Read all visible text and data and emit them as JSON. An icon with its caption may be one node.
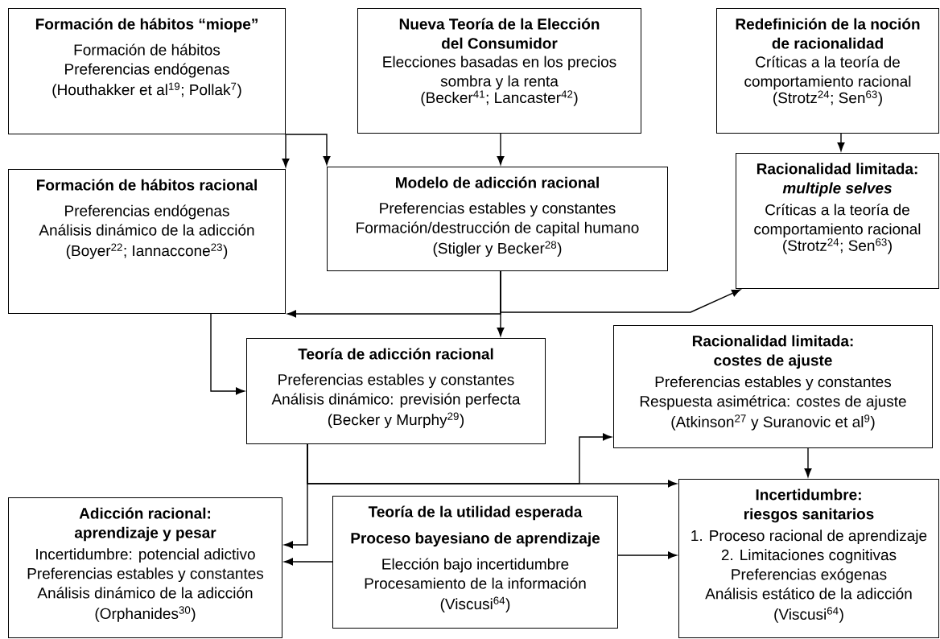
{
  "diagram": {
    "nodes": [
      {
        "text": [
          "Formación de hábitos “miope”",
          "Formación de hábitos",
          "Preferencias endógenas",
          "(Houthakker et al$^{19}$; Pollak$^{7}$)"
        ]
      },
      {
        "text": [
          "Nueva Teoría de la Elección del Consumidor",
          "Elecciones basadas en los precios sombra y la renta",
          "(Becker$^{41}$; Lancaster$^{42}$)"
        ]
      },
      {
        "text": [
          "Redefinición de la noción de racionalidad",
          "Críticas a la teoría de comportamiento racional",
          "(Strotz$^{24}$; Sen$^{63}$)"
        ]
      },
      {
        "text": [
          "Formación de hábitos racional",
          "Preferencias endógenas",
          "Análisis dinámico de la adicción",
          "(Boyer$^{22}$; Iannaccone$^{23}$)"
        ]
      },
      {
        "text": [
          "Modelo de adicción racional",
          "Preferencias estables y constantes",
          "Formación/destrucción de capital humano",
          "(Stigler y Becker$^{28}$)"
        ]
      },
      {
        "text": [
          "Racionalidad limitada: *multiple selves*",
          "Críticas a la teoría de comportamiento racional",
          "(Strotz$^{24}$; Sen$^{63}$)"
        ]
      },
      {
        "text": [
          "Teoría de adicción racional",
          "Preferencias estables y constantes",
          "Análisis dinámico: previsión perfecta",
          "(Becker y Murphy$^{29}$)"
        ]
      },
      {
        "text": [
          "Racionalidad limitada: costes de ajuste",
          "Preferencias estables y constantes",
          "Respuesta asimétrica: costes de ajuste",
          "(Atkinson$^{27}$ y Suranovic et al$^{9}$)"
        ]
      },
      {
        "text": [
          "Adicción racional: aprendizaje y pesar",
          "Incertidumbre: potencial adictivo",
          "Preferencias estables y constantes",
          "Análisis dinámico de la adicción",
          "(Orphanides$^{30}$)"
        ]
      },
      {
        "text": [
          "Teoría de la utilidad esperada",
          "Proceso bayesiano de aprendizaje",
          "Elección bajo incertidumbre",
          "Procesamiento de la información",
          "(Viscusi$^{64}$)"
        ]
      },
      {
        "text": [
          "Incertidumbre: riesgos sanitarios",
          "1. Proceso racional de aprendizaje",
          "2. Limitaciones cognitivas",
          "Preferencias exógenas",
          "Análisis estático de la adicción",
          "(Viscusi$^{64}$)"
        ]
      }
    ],
    "edges": [
      {
        "from": 0,
        "to": 3,
        "arrow": "to"
      },
      {
        "from": 0,
        "to": 4,
        "arrow": "to"
      },
      {
        "from": 1,
        "to": 4,
        "arrow": "to"
      },
      {
        "from": 2,
        "to": 5,
        "arrow": "to"
      },
      {
        "from": 4,
        "to": 6,
        "arrow": "to"
      },
      {
        "from": 4,
        "to": 3,
        "arrow": "to"
      },
      {
        "from": 4,
        "to": 5,
        "arrow": "to"
      },
      {
        "from": 3,
        "to": 6,
        "arrow": "to"
      },
      {
        "from": 6,
        "to": 8,
        "arrow": "to"
      },
      {
        "from": 6,
        "to": 10,
        "arrow": "to"
      },
      {
        "from": 6,
        "to": 7,
        "arrow": "to"
      },
      {
        "from": 7,
        "to": 10,
        "arrow": "to"
      },
      {
        "from": 9,
        "to": 8,
        "arrow": "to"
      },
      {
        "from": 9,
        "to": 10,
        "arrow": "to"
      }
    ]
  }
}
